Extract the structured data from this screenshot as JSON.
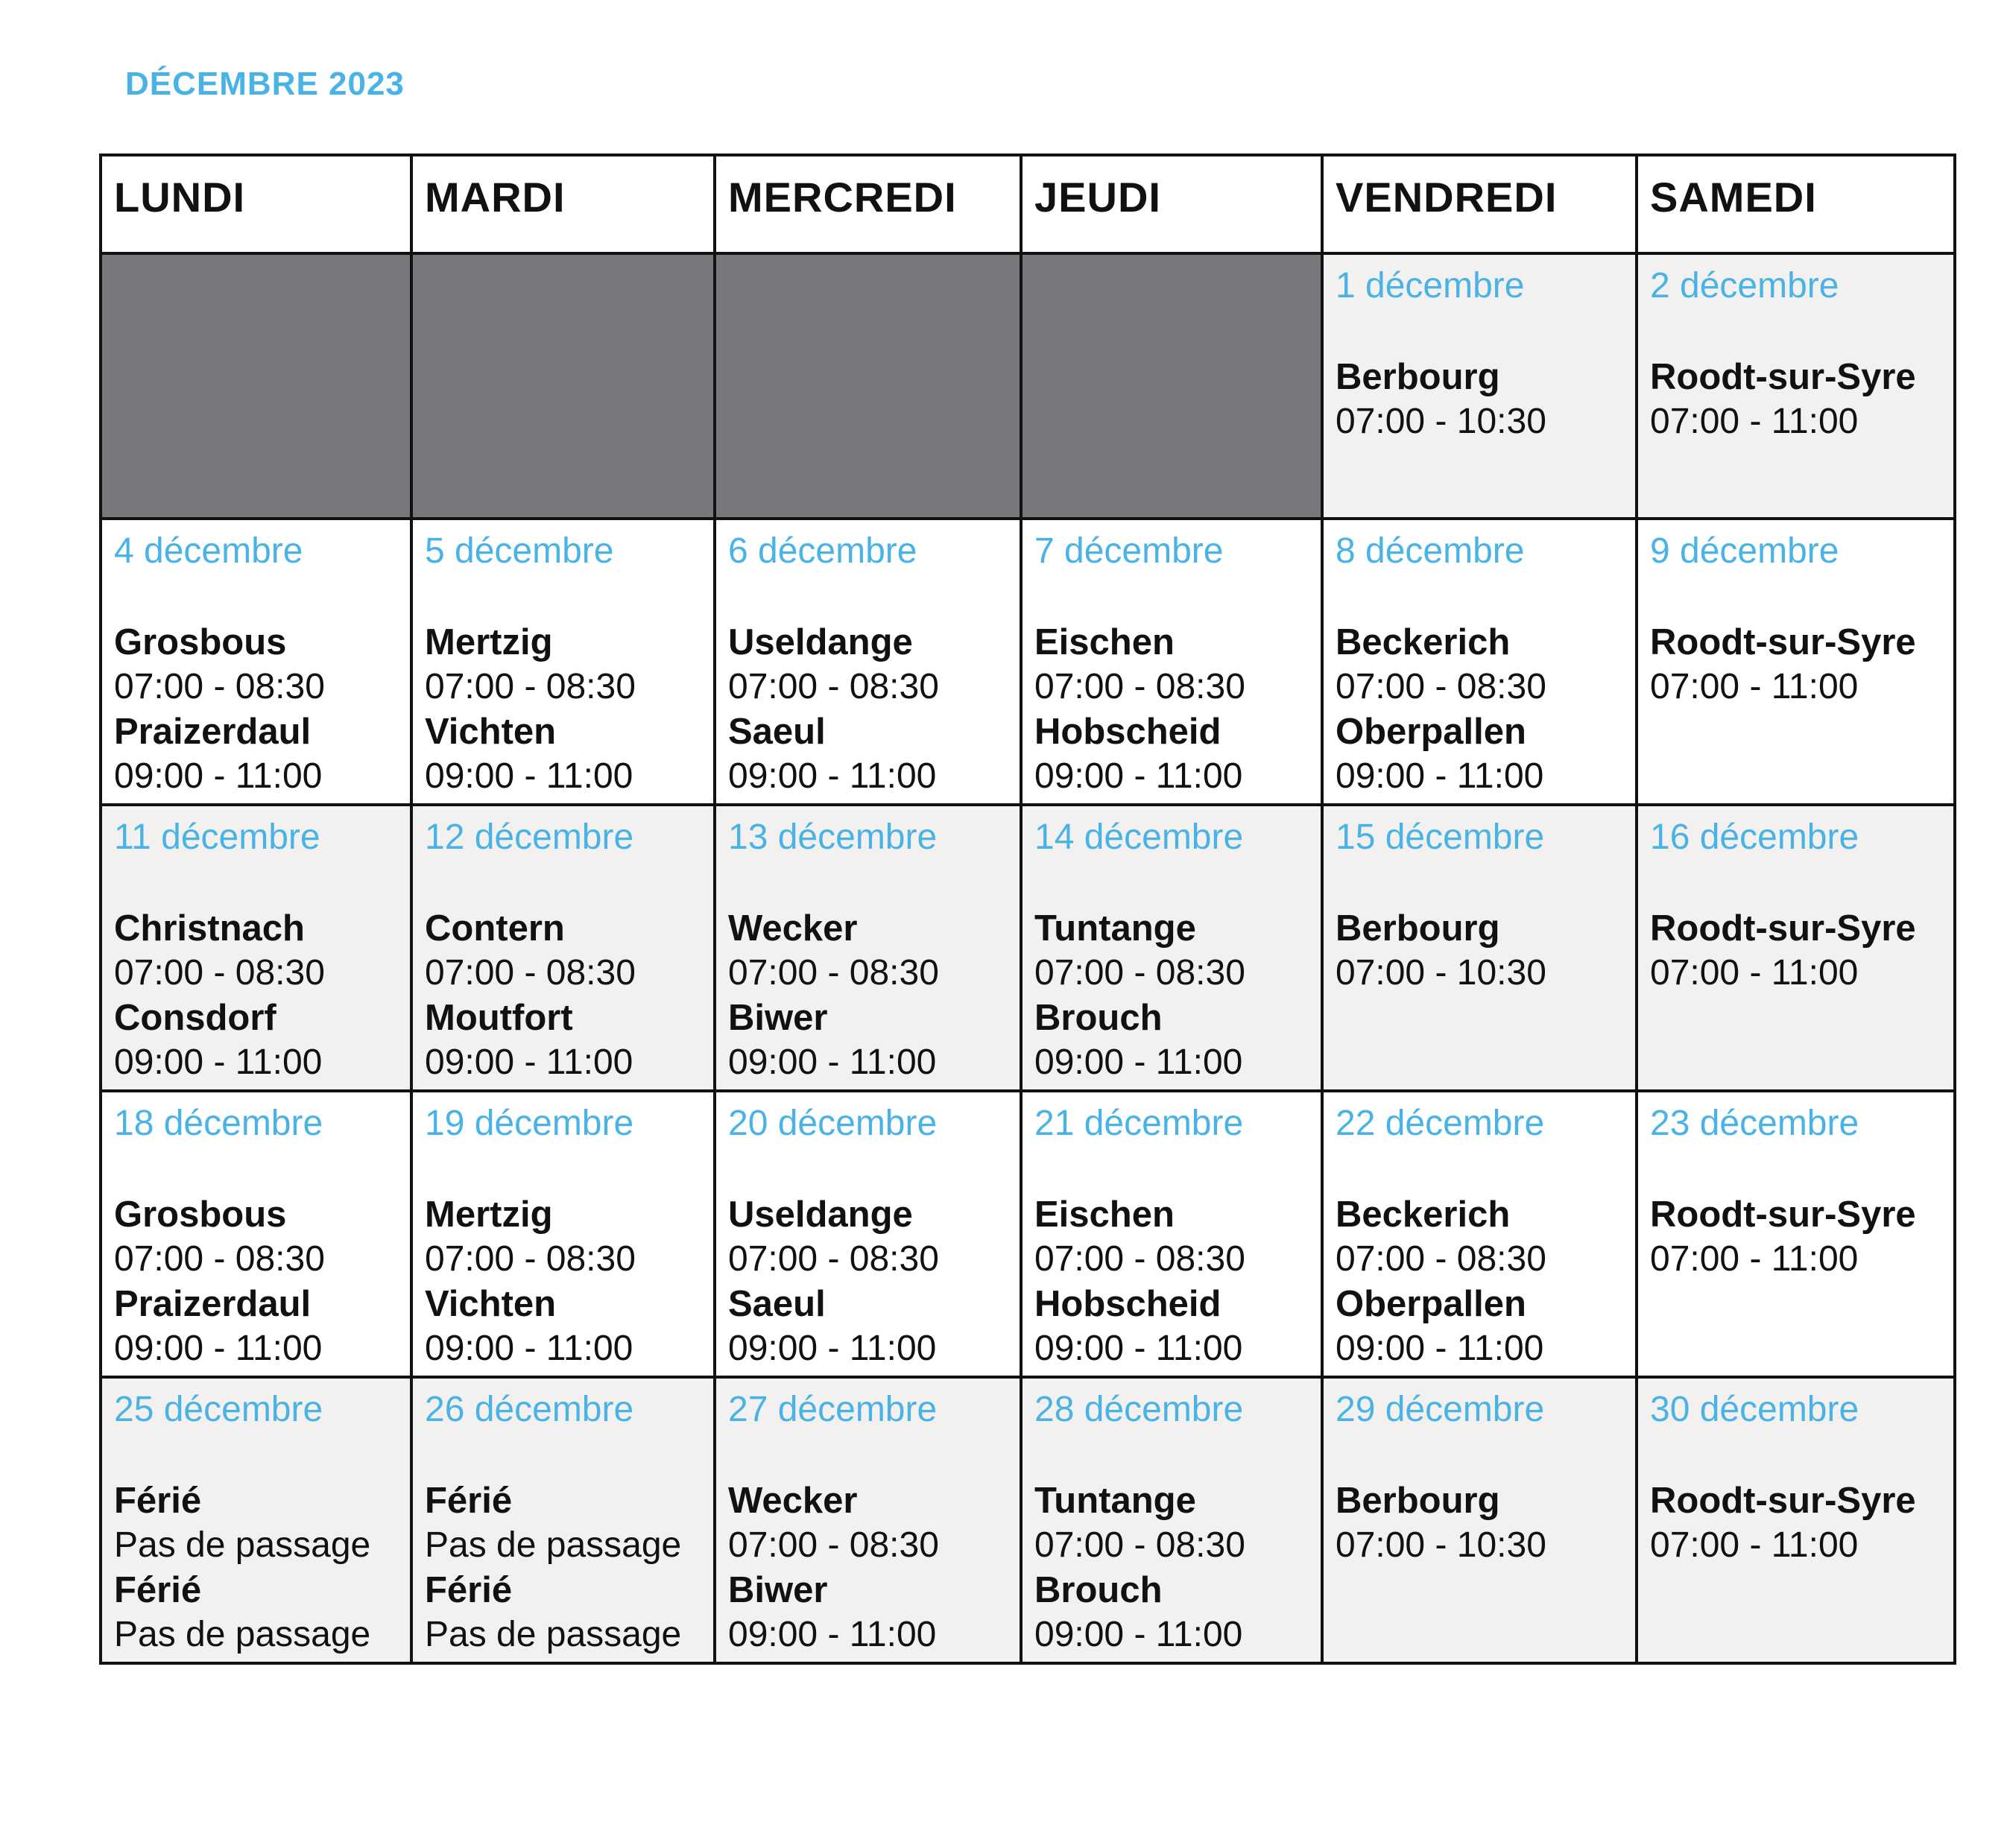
{
  "title": "DÉCEMBRE 2023",
  "colors": {
    "accent": "#4ab3e6",
    "empty_cell": "#77787b",
    "shaded_row": "#f2f1ef",
    "border": "#111111"
  },
  "headers": [
    "LUNDI",
    "MARDI",
    "MERCREDI",
    "JEUDI",
    "VENDREDI",
    "SAMEDI"
  ],
  "weeks": [
    {
      "days": [
        null,
        null,
        null,
        null,
        {
          "date": "1 décembre",
          "entries": [
            {
              "place": "Berbourg",
              "time": "07:00 - 10:30"
            }
          ]
        },
        {
          "date": "2 décembre",
          "entries": [
            {
              "place": "Roodt-sur-Syre",
              "time": "07:00 - 11:00"
            }
          ]
        }
      ]
    },
    {
      "days": [
        {
          "date": "4 décembre",
          "entries": [
            {
              "place": "Grosbous",
              "time": "07:00 - 08:30"
            },
            {
              "place": "Praizerdaul",
              "time": "09:00 - 11:00"
            }
          ]
        },
        {
          "date": "5 décembre",
          "entries": [
            {
              "place": "Mertzig",
              "time": "07:00 - 08:30"
            },
            {
              "place": "Vichten",
              "time": "09:00 - 11:00"
            }
          ]
        },
        {
          "date": "6 décembre",
          "entries": [
            {
              "place": "Useldange",
              "time": "07:00 - 08:30"
            },
            {
              "place": "Saeul",
              "time": "09:00 - 11:00"
            }
          ]
        },
        {
          "date": "7 décembre",
          "entries": [
            {
              "place": "Eischen",
              "time": "07:00 - 08:30"
            },
            {
              "place": "Hobscheid",
              "time": "09:00 - 11:00"
            }
          ]
        },
        {
          "date": "8 décembre",
          "entries": [
            {
              "place": "Beckerich",
              "time": "07:00 - 08:30"
            },
            {
              "place": "Oberpallen",
              "time": "09:00 - 11:00"
            }
          ]
        },
        {
          "date": "9 décembre",
          "entries": [
            {
              "place": "Roodt-sur-Syre",
              "time": "07:00 - 11:00"
            }
          ]
        }
      ]
    },
    {
      "days": [
        {
          "date": "11 décembre",
          "entries": [
            {
              "place": "Christnach",
              "time": "07:00 - 08:30"
            },
            {
              "place": "Consdorf",
              "time": "09:00 - 11:00"
            }
          ]
        },
        {
          "date": "12 décembre",
          "entries": [
            {
              "place": "Contern",
              "time": "07:00 - 08:30"
            },
            {
              "place": "Moutfort",
              "time": "09:00 - 11:00"
            }
          ]
        },
        {
          "date": "13 décembre",
          "entries": [
            {
              "place": "Wecker",
              "time": "07:00 - 08:30"
            },
            {
              "place": "Biwer",
              "time": "09:00 - 11:00"
            }
          ]
        },
        {
          "date": "14 décembre",
          "entries": [
            {
              "place": "Tuntange",
              "time": "07:00 - 08:30"
            },
            {
              "place": "Brouch",
              "time": "09:00 - 11:00"
            }
          ]
        },
        {
          "date": "15 décembre",
          "entries": [
            {
              "place": "Berbourg",
              "time": "07:00 - 10:30"
            }
          ]
        },
        {
          "date": "16 décembre",
          "entries": [
            {
              "place": "Roodt-sur-Syre",
              "time": "07:00 - 11:00"
            }
          ]
        }
      ]
    },
    {
      "days": [
        {
          "date": "18 décembre",
          "entries": [
            {
              "place": "Grosbous",
              "time": "07:00 - 08:30"
            },
            {
              "place": "Praizerdaul",
              "time": "09:00 - 11:00"
            }
          ]
        },
        {
          "date": "19 décembre",
          "entries": [
            {
              "place": "Mertzig",
              "time": "07:00 - 08:30"
            },
            {
              "place": "Vichten",
              "time": "09:00 - 11:00"
            }
          ]
        },
        {
          "date": "20 décembre",
          "entries": [
            {
              "place": "Useldange",
              "time": "07:00 - 08:30"
            },
            {
              "place": "Saeul",
              "time": "09:00 - 11:00"
            }
          ]
        },
        {
          "date": "21 décembre",
          "entries": [
            {
              "place": "Eischen",
              "time": "07:00 - 08:30"
            },
            {
              "place": "Hobscheid",
              "time": "09:00 - 11:00"
            }
          ]
        },
        {
          "date": "22 décembre",
          "entries": [
            {
              "place": "Beckerich",
              "time": "07:00 - 08:30"
            },
            {
              "place": "Oberpallen",
              "time": "09:00 - 11:00"
            }
          ]
        },
        {
          "date": "23 décembre",
          "entries": [
            {
              "place": "Roodt-sur-Syre",
              "time": "07:00 - 11:00"
            }
          ]
        }
      ]
    },
    {
      "days": [
        {
          "date": "25 décembre",
          "entries": [
            {
              "place": "Férié",
              "time": "Pas de passage"
            },
            {
              "place": "Férié",
              "time": "Pas de passage"
            }
          ]
        },
        {
          "date": "26 décembre",
          "entries": [
            {
              "place": "Férié",
              "time": "Pas de passage"
            },
            {
              "place": "Férié",
              "time": "Pas de passage"
            }
          ]
        },
        {
          "date": "27 décembre",
          "entries": [
            {
              "place": "Wecker",
              "time": "07:00 - 08:30"
            },
            {
              "place": "Biwer",
              "time": "09:00 - 11:00"
            }
          ]
        },
        {
          "date": "28 décembre",
          "entries": [
            {
              "place": "Tuntange",
              "time": "07:00 - 08:30"
            },
            {
              "place": "Brouch",
              "time": "09:00 - 11:00"
            }
          ]
        },
        {
          "date": "29 décembre",
          "entries": [
            {
              "place": "Berbourg",
              "time": "07:00 - 10:30"
            }
          ]
        },
        {
          "date": "30 décembre",
          "entries": [
            {
              "place": "Roodt-sur-Syre",
              "time": "07:00 - 11:00"
            }
          ]
        }
      ]
    }
  ]
}
